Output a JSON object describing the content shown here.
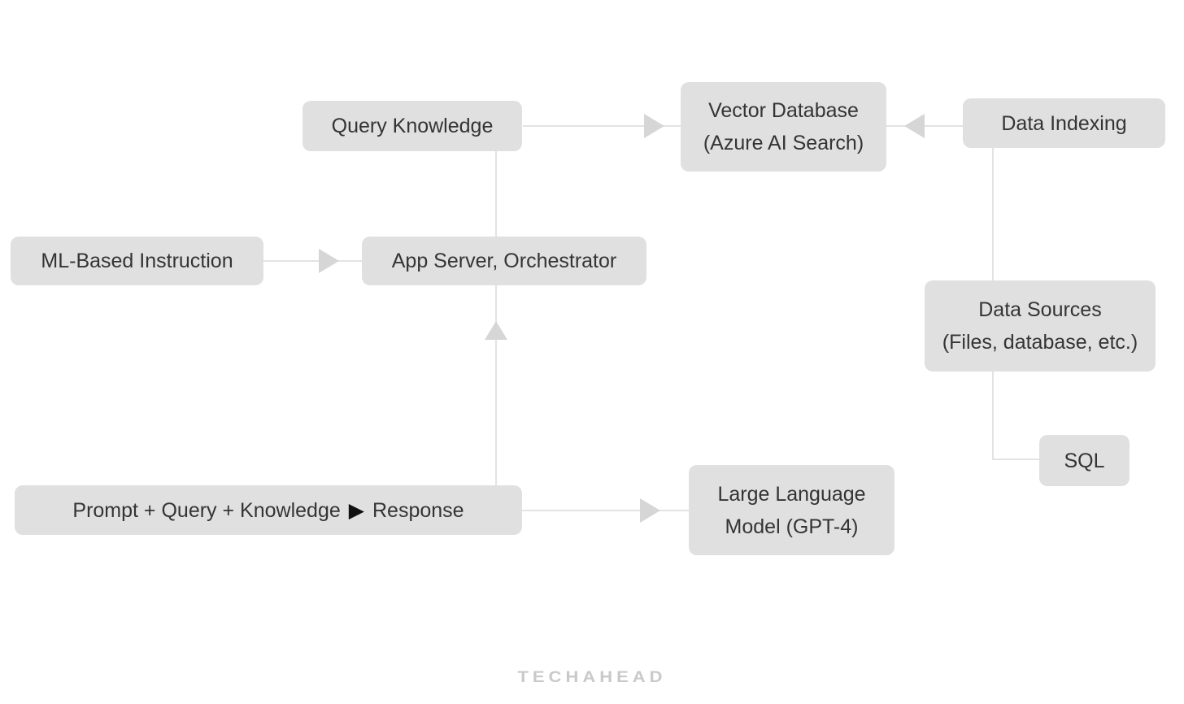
{
  "diagram": {
    "nodes": {
      "query_knowledge": {
        "label": "Query Knowledge"
      },
      "vector_database": {
        "label": "Vector Database\n(Azure AI Search)"
      },
      "data_indexing": {
        "label": "Data Indexing"
      },
      "ml_based_instruction": {
        "label": "ML-Based Instruction"
      },
      "app_server": {
        "label": "App Server, Orchestrator"
      },
      "data_sources": {
        "label": "Data Sources\n(Files, database, etc.)"
      },
      "sql": {
        "label": "SQL"
      },
      "prompt_response": {
        "prefix": "Prompt + Query + Knowledge",
        "arrow_icon": "▶",
        "suffix": "Response"
      },
      "llm": {
        "label": "Large Language\nModel (GPT-4)"
      }
    },
    "edges": [
      {
        "from": "query_knowledge",
        "to": "vector_database",
        "arrow": "right"
      },
      {
        "from": "data_indexing",
        "to": "vector_database",
        "arrow": "left"
      },
      {
        "from": "query_knowledge",
        "to": "app_server",
        "arrow": "none"
      },
      {
        "from": "ml_based_instruction",
        "to": "app_server",
        "arrow": "right"
      },
      {
        "from": "prompt_response",
        "to": "app_server",
        "arrow": "up"
      },
      {
        "from": "prompt_response",
        "to": "llm",
        "arrow": "right"
      },
      {
        "from": "data_indexing",
        "to": "data_sources",
        "arrow": "none"
      },
      {
        "from": "data_sources",
        "to": "sql",
        "arrow": "none"
      }
    ],
    "colors": {
      "node_fill": "#e1e0e0",
      "node_text": "#343434",
      "line": "#e3e3e3",
      "arrowhead": "#d6d6d6",
      "play_icon": "#111111",
      "watermark": "#c9c9c9",
      "background": "#ffffff"
    },
    "watermark": "TECHAHEAD"
  }
}
